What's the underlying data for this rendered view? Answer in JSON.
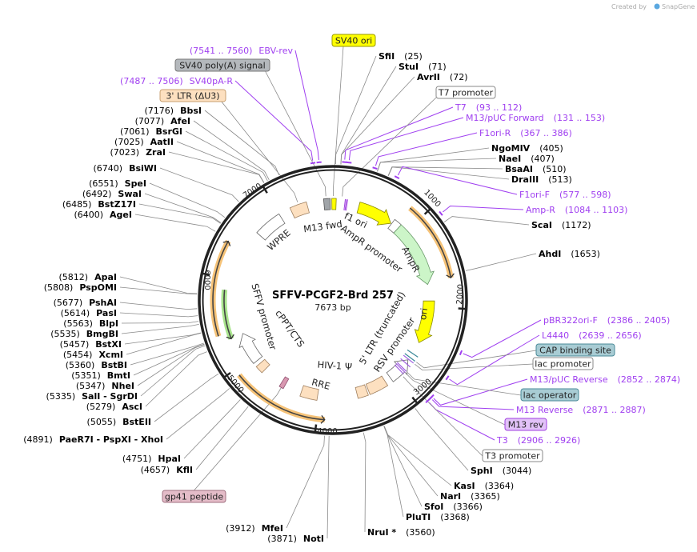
{
  "credit": {
    "text": "Created by",
    "brand": "SnapGene"
  },
  "plasmid": {
    "name": "SFFV-PCGF2-Brd 257",
    "length_label": "7673 bp",
    "length": 7673
  },
  "ticks": [
    "1000",
    "2000",
    "3000",
    "4000",
    "5000",
    "6000",
    "7000"
  ],
  "colors": {
    "ring": "#222222",
    "primer": "#a040f0",
    "line": "#8a8a8a",
    "orf": "#f5b860"
  },
  "enzymes": [
    {
      "name": "SfiI",
      "pos": 25
    },
    {
      "name": "StuI",
      "pos": 71
    },
    {
      "name": "AvrII",
      "pos": 72
    },
    {
      "name": "NgoMIV",
      "pos": 405
    },
    {
      "name": "NaeI",
      "pos": 407
    },
    {
      "name": "BsaAI",
      "pos": 510
    },
    {
      "name": "DraIII",
      "pos": 513
    },
    {
      "name": "ScaI",
      "pos": 1172
    },
    {
      "name": "AhdI",
      "pos": 1653
    },
    {
      "name": "SphI",
      "pos": 3044
    },
    {
      "name": "KasI",
      "pos": 3364
    },
    {
      "name": "NarI",
      "pos": 3365
    },
    {
      "name": "SfoI",
      "pos": 3366
    },
    {
      "name": "PluTI",
      "pos": 3368
    },
    {
      "name": "NruI *",
      "pos": 3560
    },
    {
      "name": "NotI",
      "pos": 3871
    },
    {
      "name": "MfeI",
      "pos": 3912
    },
    {
      "name": "KflI",
      "pos": 4657
    },
    {
      "name": "HpaI",
      "pos": 4751
    },
    {
      "name": "PaeR7I  - PspXI  - XhoI",
      "pos": 4891
    },
    {
      "name": "BstEII",
      "pos": 5055
    },
    {
      "name": "AscI",
      "pos": 5279
    },
    {
      "name": "SalI  - SgrDI",
      "pos": 5335
    },
    {
      "name": "NheI",
      "pos": 5347
    },
    {
      "name": "BmtI",
      "pos": 5351
    },
    {
      "name": "BstBI",
      "pos": 5360
    },
    {
      "name": "XcmI",
      "pos": 5454
    },
    {
      "name": "BstXI",
      "pos": 5457
    },
    {
      "name": "BmgBI",
      "pos": 5535
    },
    {
      "name": "BlpI",
      "pos": 5563
    },
    {
      "name": "PasI",
      "pos": 5614
    },
    {
      "name": "PshAI",
      "pos": 5677
    },
    {
      "name": "PspOMI",
      "pos": 5808
    },
    {
      "name": "ApaI",
      "pos": 5812
    },
    {
      "name": "AgeI",
      "pos": 6400
    },
    {
      "name": "BstZ17I",
      "pos": 6485
    },
    {
      "name": "SwaI",
      "pos": 6492
    },
    {
      "name": "SpeI",
      "pos": 6551
    },
    {
      "name": "BsiWI",
      "pos": 6740
    },
    {
      "name": "ZraI",
      "pos": 7023
    },
    {
      "name": "AatII",
      "pos": 7025
    },
    {
      "name": "BsrGI",
      "pos": 7061
    },
    {
      "name": "AfeI",
      "pos": 7077
    },
    {
      "name": "BbsI",
      "pos": 7176
    }
  ],
  "primers": [
    {
      "name": "EBV-rev",
      "range": "(7541 .. 7560)",
      "start": 7541,
      "end": 7560
    },
    {
      "name": "SV40pA-R",
      "range": "(7487 .. 7506)",
      "start": 7487,
      "end": 7506
    },
    {
      "name": "T7",
      "range": "(93 .. 112)",
      "start": 93,
      "end": 112
    },
    {
      "name": "M13/pUC Forward",
      "range": "(131 .. 153)",
      "start": 131,
      "end": 153
    },
    {
      "name": "F1ori-R",
      "range": "(367 .. 386)",
      "start": 367,
      "end": 386
    },
    {
      "name": "F1ori-F",
      "range": "(577 .. 598)",
      "start": 577,
      "end": 598
    },
    {
      "name": "Amp-R",
      "range": "(1084 .. 1103)",
      "start": 1084,
      "end": 1103
    },
    {
      "name": "pBR322ori-F",
      "range": "(2386 .. 2405)",
      "start": 2386,
      "end": 2405
    },
    {
      "name": "L4440",
      "range": "(2639 .. 2656)",
      "start": 2639,
      "end": 2656
    },
    {
      "name": "M13/pUC Reverse",
      "range": "(2852 .. 2874)",
      "start": 2852,
      "end": 2874
    },
    {
      "name": "M13 Reverse",
      "range": "(2871 .. 2887)",
      "start": 2871,
      "end": 2887
    },
    {
      "name": "T3",
      "range": "(2906 .. 2926)",
      "start": 2906,
      "end": 2926
    }
  ],
  "boxed_labels": [
    {
      "name": "SV40 ori",
      "pos": 5,
      "fill": "#ffff00",
      "stroke": "#999900"
    },
    {
      "name": "SV40 poly(A) signal",
      "pos": 7590,
      "fill": "#b4b8bc",
      "stroke": "#777"
    },
    {
      "name": "3' LTR (ΔU3)",
      "pos": 7250,
      "fill": "#fde0c0",
      "stroke": "#c8a070"
    },
    {
      "name": "T7 promoter",
      "pos": 110,
      "fill": "#ffffff",
      "stroke": "#888"
    },
    {
      "name": "CAP binding site",
      "pos": 2700,
      "fill": "#a8ccd4",
      "stroke": "#4a8a98"
    },
    {
      "name": "lac promoter",
      "pos": 2730,
      "fill": "#ffffff",
      "stroke": "#888"
    },
    {
      "name": "lac operator",
      "pos": 2860,
      "fill": "#a8ccd4",
      "stroke": "#4a8a98"
    },
    {
      "name": "M13 rev",
      "pos": 2880,
      "fill": "#e2c2f8",
      "stroke": "#a040e0"
    },
    {
      "name": "T3 promoter",
      "pos": 2930,
      "fill": "#ffffff",
      "stroke": "#888"
    },
    {
      "name": "gp41 peptide",
      "pos": 4487,
      "fill": "#e4bcc8",
      "stroke": "#a07080"
    }
  ],
  "features": [
    {
      "name": "SV40 ori",
      "start": 7660,
      "end": 40,
      "color": "#ffff00",
      "stroke": "#888800",
      "dir": "none"
    },
    {
      "name": "SV40 poly(A) signal",
      "start": 7560,
      "end": 7640,
      "color": "#a0a4a8",
      "stroke": "#555",
      "dir": "none"
    },
    {
      "name": "3' LTR (ΔU3)",
      "start": 7140,
      "end": 7350,
      "color": "#fde0c0",
      "stroke": "#a08060",
      "dir": "none"
    },
    {
      "name": "WPRE",
      "start": 6640,
      "end": 6990,
      "color": "#ffffff",
      "stroke": "#666",
      "dir": "none"
    },
    {
      "name": "M13 fwd",
      "start": 40,
      "end": 150,
      "color": "#e2c2f8",
      "stroke": "#a040e0",
      "dir": "none"
    },
    {
      "name": "f1 ori",
      "start": 330,
      "end": 790,
      "color": "#ffff00",
      "stroke": "#888800",
      "dir": "cw"
    },
    {
      "name": "AmpR promoter",
      "start": 800,
      "end": 900,
      "color": "#ffffff",
      "stroke": "#666",
      "dir": "none"
    },
    {
      "name": "AmpR",
      "start": 900,
      "end": 1720,
      "color": "#ccf5c8",
      "stroke": "#6a9a6a",
      "dir": "cw"
    },
    {
      "name": "ori",
      "start": 1930,
      "end": 2480,
      "color": "#ffff00",
      "stroke": "#888800",
      "dir": "cw"
    },
    {
      "name": "RSV promoter",
      "start": 2740,
      "end": 3060,
      "color": "#ffffff",
      "stroke": "#666",
      "dir": "ccw"
    },
    {
      "name": "5' LTR (truncated)",
      "start": 3140,
      "end": 3380,
      "color": "#fde0c0",
      "stroke": "#a08060",
      "dir": "none"
    },
    {
      "name": "HIV-1 Ψ",
      "start": 3400,
      "end": 3530,
      "color": "#fde0c0",
      "stroke": "#a08060",
      "dir": "none"
    },
    {
      "name": "RRE",
      "start": 4030,
      "end": 4240,
      "color": "#fde0c0",
      "stroke": "#a08060",
      "dir": "none"
    },
    {
      "name": "gp41 peptide",
      "start": 4460,
      "end": 4515,
      "color": "#d898b0",
      "stroke": "#905070",
      "dir": "none"
    },
    {
      "name": "cPPT/CTS",
      "start": 4780,
      "end": 4880,
      "color": "#fde0c0",
      "stroke": "#a08060",
      "dir": "none"
    },
    {
      "name": "SFFV promoter",
      "start": 4930,
      "end": 5320,
      "color": "#ffffff",
      "stroke": "#666",
      "dir": "cw"
    }
  ],
  "orfs": [
    {
      "start": 852,
      "end": 1690,
      "dir": "cw",
      "color": "#f5b860"
    },
    {
      "start": 3920,
      "end": 4930,
      "dir": "ccw",
      "color": "#f5b860"
    },
    {
      "start": 5380,
      "end": 6380,
      "dir": "cw",
      "color": "#f5b860"
    },
    {
      "start": 5310,
      "end": 5870,
      "dir": "ccw",
      "color": "#9be07a"
    }
  ]
}
